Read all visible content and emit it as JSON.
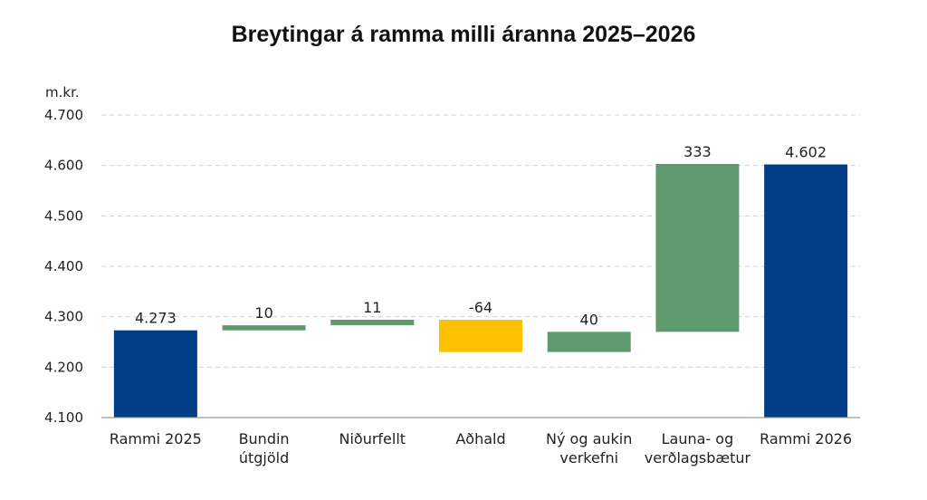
{
  "chart_data": {
    "type": "bar",
    "subtype": "waterfall",
    "title": "Breytingar á ramma milli áranna 2025–2026",
    "ylabel": "m.kr.",
    "ylim": [
      4100,
      4700
    ],
    "yticks": [
      4100,
      4200,
      4300,
      4400,
      4500,
      4600,
      4700
    ],
    "ytick_labels": [
      "4.100",
      "4.200",
      "4.300",
      "4.400",
      "4.500",
      "4.600",
      "4.700"
    ],
    "grid": true,
    "categories": [
      [
        "Rammi 2025"
      ],
      [
        "Bundin",
        "útgjöld"
      ],
      [
        "Niðurfellt"
      ],
      [
        "Aðhald"
      ],
      [
        "Ný og aukin",
        "verkefni"
      ],
      [
        "Launa- og",
        "verðlagsbætur"
      ],
      [
        "Rammi 2026"
      ]
    ],
    "bars": [
      {
        "kind": "total",
        "value": 4273,
        "label": "4.273",
        "color": "#003D86"
      },
      {
        "kind": "increase",
        "value": 10,
        "label": "10",
        "color": "#5E9A6E"
      },
      {
        "kind": "increase",
        "value": 11,
        "label": "11",
        "color": "#5E9A6E"
      },
      {
        "kind": "decrease",
        "value": -64,
        "label": "-64",
        "color": "#FFC000"
      },
      {
        "kind": "increase",
        "value": 40,
        "label": "40",
        "color": "#5E9A6E"
      },
      {
        "kind": "increase",
        "value": 333,
        "label": "333",
        "color": "#5E9A6E"
      },
      {
        "kind": "total",
        "value": 4602,
        "label": "4.602",
        "color": "#003D86"
      }
    ]
  }
}
